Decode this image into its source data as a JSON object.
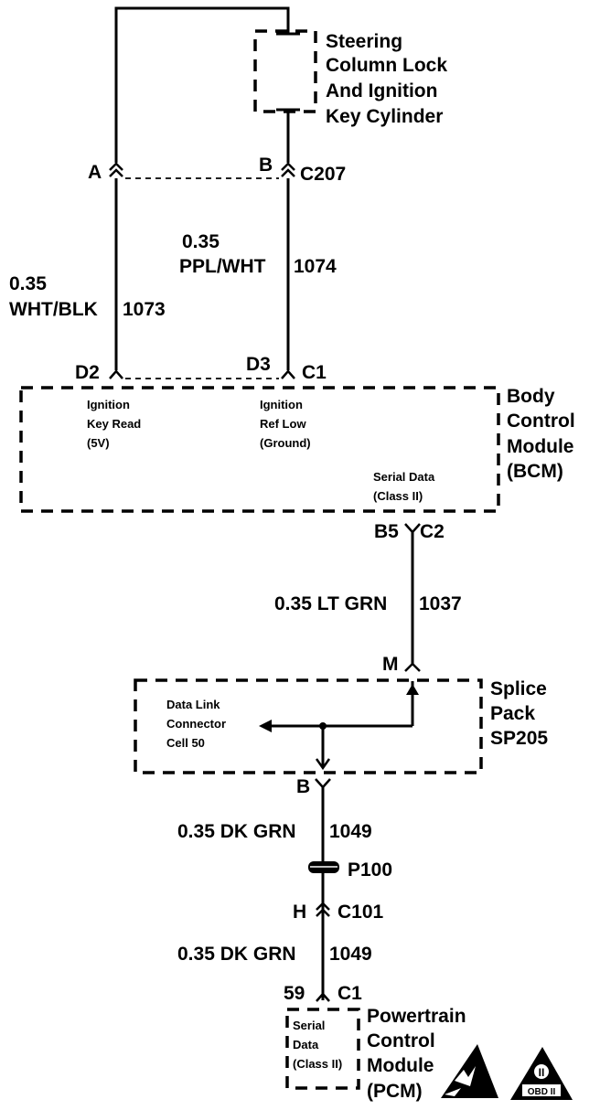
{
  "components": {
    "steering_lock": [
      "Steering",
      "Column Lock",
      "And Ignition",
      "Key Cylinder"
    ],
    "bcm": [
      "Body",
      "Control",
      "Module",
      "(BCM)"
    ],
    "splice_pack": [
      "Splice",
      "Pack",
      "SP205"
    ],
    "pcm": [
      "Powertrain",
      "Control",
      "Module",
      "(PCM)"
    ]
  },
  "bcm_circuits": {
    "ignition_key_read": [
      "Ignition",
      "Key Read",
      "(5V)"
    ],
    "ignition_ref_low": [
      "Ignition",
      "Ref Low",
      "(Ground)"
    ],
    "serial_data": [
      "Serial Data",
      "(Class II)"
    ]
  },
  "splice_pack_circuit": [
    "Data Link",
    "Connector",
    "Cell 50"
  ],
  "pcm_circuit": [
    "Serial",
    "Data",
    "(Class II)"
  ],
  "connectors": {
    "c207": {
      "pin_a": "A",
      "pin_b": "B",
      "name": "C207"
    },
    "bcm_c1": {
      "pin_d2": "D2",
      "pin_d3": "D3",
      "name": "C1"
    },
    "bcm_c2": {
      "pin": "B5",
      "name": "C2"
    },
    "sp205": {
      "pin_m": "M",
      "pin_b": "B"
    },
    "p100": "P100",
    "c101": {
      "pin": "H",
      "name": "C101"
    },
    "pcm_c1": {
      "pin": "59",
      "name": "C1"
    }
  },
  "wires": {
    "w1073": {
      "gauge": "0.35",
      "color": "WHT/BLK",
      "circuit": "1073"
    },
    "w1074": {
      "gauge": "0.35",
      "color": "PPL/WHT",
      "circuit": "1074"
    },
    "w1037": {
      "gauge": "0.35",
      "color": "LT GRN",
      "circuit": "1037"
    },
    "w1049_upper": {
      "gauge": "0.35",
      "color": "DK GRN",
      "circuit": "1049"
    },
    "w1049_lower": {
      "gauge": "0.35",
      "color": "DK GRN",
      "circuit": "1049"
    }
  },
  "symbols": {
    "obd_badge": "OBD II",
    "roman_two": "II"
  }
}
